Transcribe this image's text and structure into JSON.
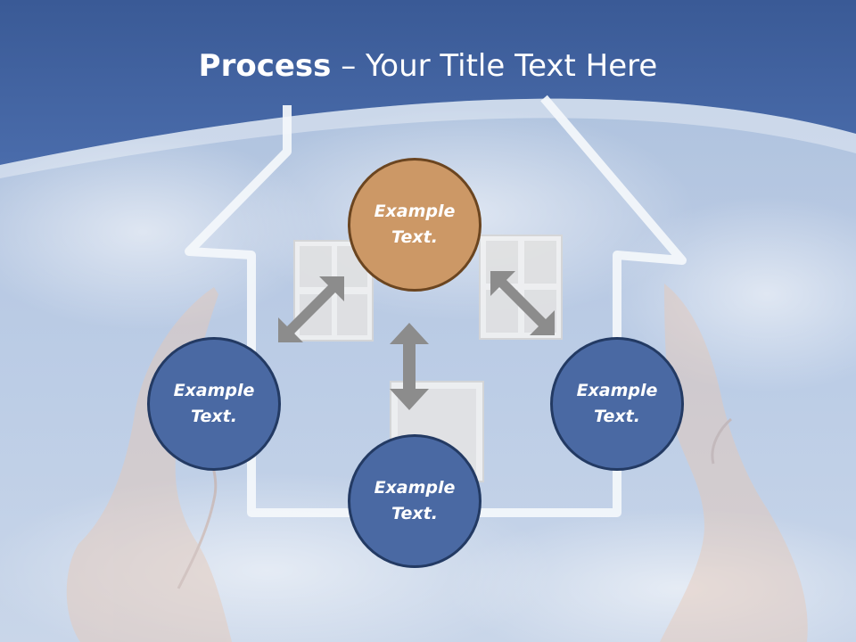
{
  "title": {
    "bold": "Process",
    "separator": " – ",
    "rest": "Your Title Text Here"
  },
  "circles": {
    "top": {
      "line1": "Example",
      "line2": "Text."
    },
    "left": {
      "line1": "Example",
      "line2": "Text."
    },
    "right": {
      "line1": "Example",
      "line2": "Text."
    },
    "bottom": {
      "line1": "Example",
      "line2": "Text."
    }
  },
  "colors": {
    "header_blue": "#3f62a0",
    "circle_blue": "#4a69a3",
    "circle_orange": "#cc9866",
    "arrow_gray": "#8c8c8c"
  },
  "icons": [
    "house-outline-icon",
    "hands-icon",
    "double-arrow-icon"
  ]
}
